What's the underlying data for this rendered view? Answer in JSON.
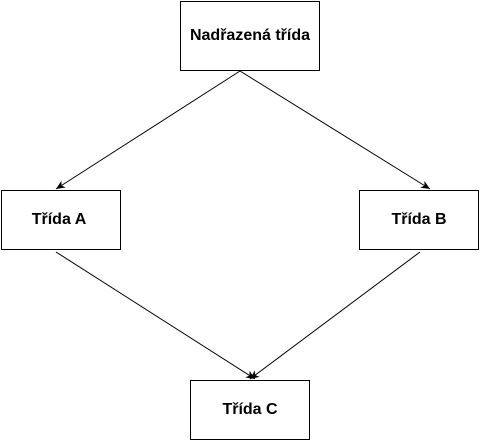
{
  "diagram": {
    "nodes": {
      "parent": {
        "label": "Nadřazená třída"
      },
      "a": {
        "label": "Třída A"
      },
      "b": {
        "label": "Třída B"
      },
      "c": {
        "label": "Třída C"
      }
    },
    "edges": [
      {
        "from": "parent",
        "to": "a"
      },
      {
        "from": "parent",
        "to": "b"
      },
      {
        "from": "a",
        "to": "c"
      },
      {
        "from": "b",
        "to": "c"
      }
    ],
    "colors": {
      "stroke": "#000000",
      "fill": "#ffffff",
      "text": "#000000"
    }
  }
}
